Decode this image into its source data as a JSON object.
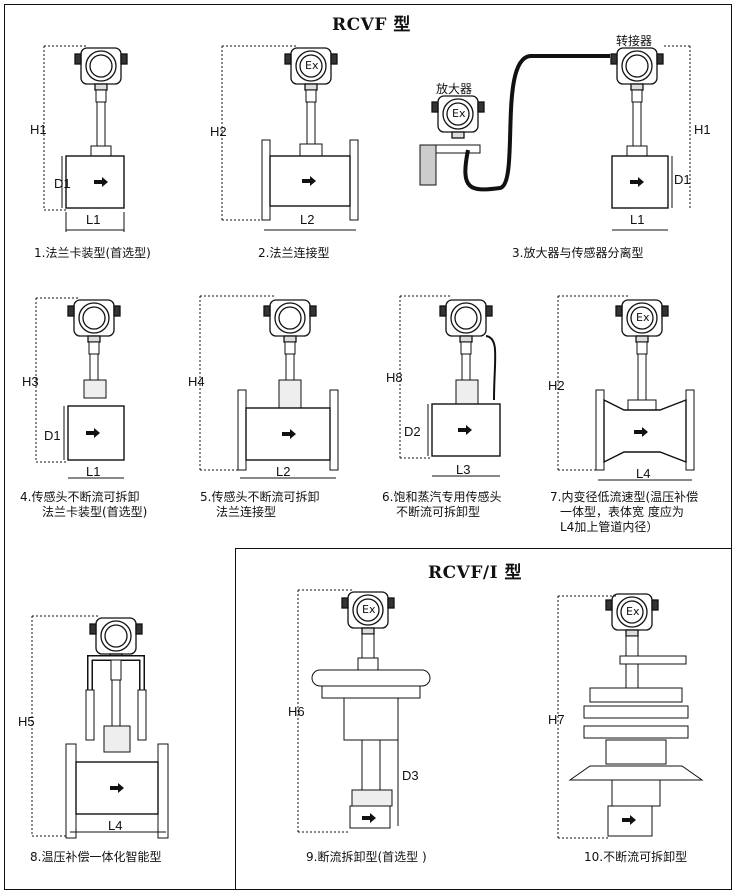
{
  "titles": {
    "rcvf": "RCVF 型",
    "rcvf_i": "RCVF/I 型"
  },
  "figures": [
    {
      "id": "f1",
      "caption": [
        "1.法兰卡装型(首选型)"
      ],
      "dims": {
        "h": "H1",
        "d": "D1",
        "l": "L1"
      }
    },
    {
      "id": "f2",
      "caption": [
        "2.法兰连接型"
      ],
      "dims": {
        "h": "H2",
        "l": "L2"
      }
    },
    {
      "id": "f3",
      "caption": [
        "3.放大器与传感器分离型"
      ],
      "dims": {
        "h": "H1",
        "d": "D1",
        "l": "L1"
      },
      "labels": {
        "converter": "转接器",
        "amplifier": "放大器"
      }
    },
    {
      "id": "f4",
      "caption": [
        "4.传感头不断流可拆卸",
        "法兰卡装型(首选型)"
      ],
      "dims": {
        "h": "H3",
        "d": "D1",
        "l": "L1"
      }
    },
    {
      "id": "f5",
      "caption": [
        "5.传感头不断流可拆卸",
        "法兰连接型"
      ],
      "dims": {
        "h": "H4",
        "l": "L2"
      }
    },
    {
      "id": "f6",
      "caption": [
        "6.饱和蒸汽专用传感头",
        "不断流可拆卸型"
      ],
      "dims": {
        "h": "H8",
        "d": "D2",
        "l": "L3"
      }
    },
    {
      "id": "f7",
      "caption": [
        "7.内变径低流速型(温压补偿",
        "一体型，表体宽 度应为",
        "L4加上管道内径）"
      ],
      "dims": {
        "h": "H2",
        "l": "L4"
      }
    },
    {
      "id": "f8",
      "caption": [
        "8.温压补偿一体化智能型"
      ],
      "dims": {
        "h": "H5",
        "l": "L4"
      }
    },
    {
      "id": "f9",
      "caption": [
        "9.断流拆卸型(首选型 )"
      ],
      "dims": {
        "h": "H6",
        "d": "D3"
      }
    },
    {
      "id": "f10",
      "caption": [
        "10.不断流可拆卸型"
      ],
      "dims": {
        "h": "H7"
      }
    }
  ],
  "ex_mark": "Ex"
}
